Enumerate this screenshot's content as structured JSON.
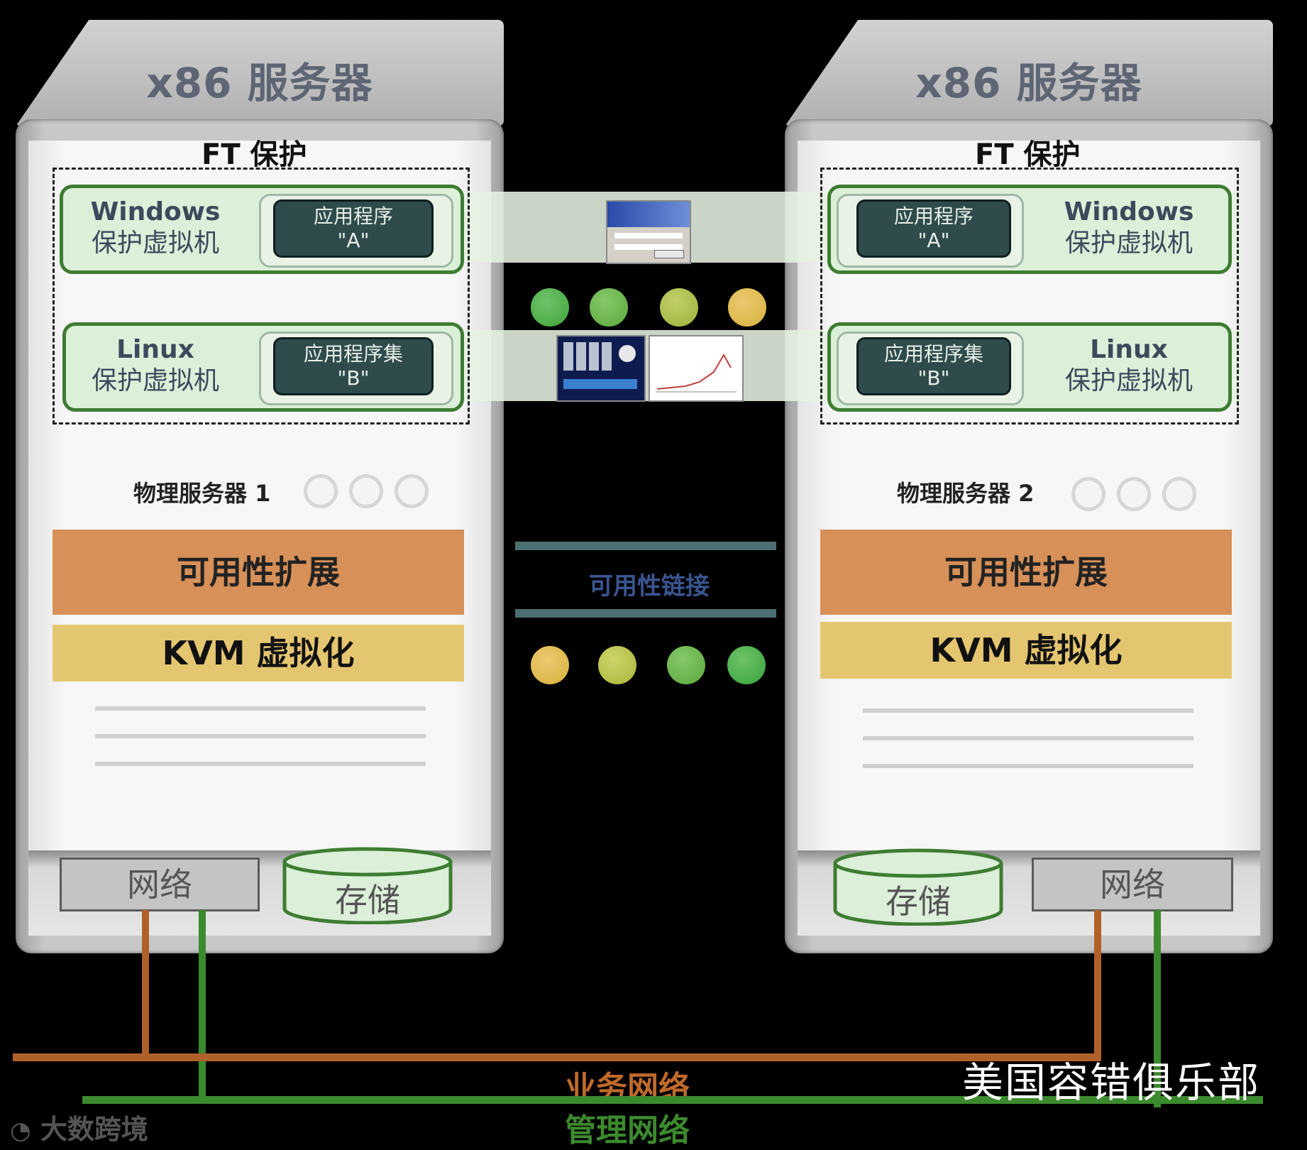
{
  "servers": [
    {
      "title": "x86 服务器",
      "ft_title": "FT 保护",
      "windows_vm": {
        "os": "Windows",
        "label": "保护虚拟机",
        "app_line1": "应用程序",
        "app_line2": "\"A\""
      },
      "linux_vm": {
        "os": "Linux",
        "label": "保护虚拟机",
        "app_line1": "应用程序集",
        "app_line2": "\"B\""
      },
      "physical": "物理服务器 1",
      "availability": "可用性扩展",
      "kvm": "KVM 虚拟化",
      "network": "网络",
      "storage": "存储"
    },
    {
      "title": "x86 服务器",
      "ft_title": "FT 保护",
      "windows_vm": {
        "os": "Windows",
        "label": "保护虚拟机",
        "app_line1": "应用程序",
        "app_line2": "\"A\""
      },
      "linux_vm": {
        "os": "Linux",
        "label": "保护虚拟机",
        "app_line1": "应用程序集",
        "app_line2": "\"B\""
      },
      "physical": "物理服务器 2",
      "availability": "可用性扩展",
      "kvm": "KVM 虚拟化",
      "network": "网络",
      "storage": "存储"
    }
  ],
  "availability_link": "可用性链接",
  "business_network": "业务网络",
  "management_network": "管理网络",
  "club": "美国容错俱乐部",
  "watermark": "大数跨境",
  "colors": {
    "business": "#b0612a",
    "management": "#3c8a2e",
    "vm_border": "#3e7d32",
    "availability_band": "#d69058",
    "kvm_band": "#e5c670"
  },
  "icons": {
    "dots_top": [
      "#3fa33a",
      "#5aa83a",
      "#9bb23a",
      "#d6b23c"
    ],
    "dots_bottom": [
      "#d6b23c",
      "#a8b63a",
      "#5aa83a",
      "#35a33a"
    ]
  }
}
